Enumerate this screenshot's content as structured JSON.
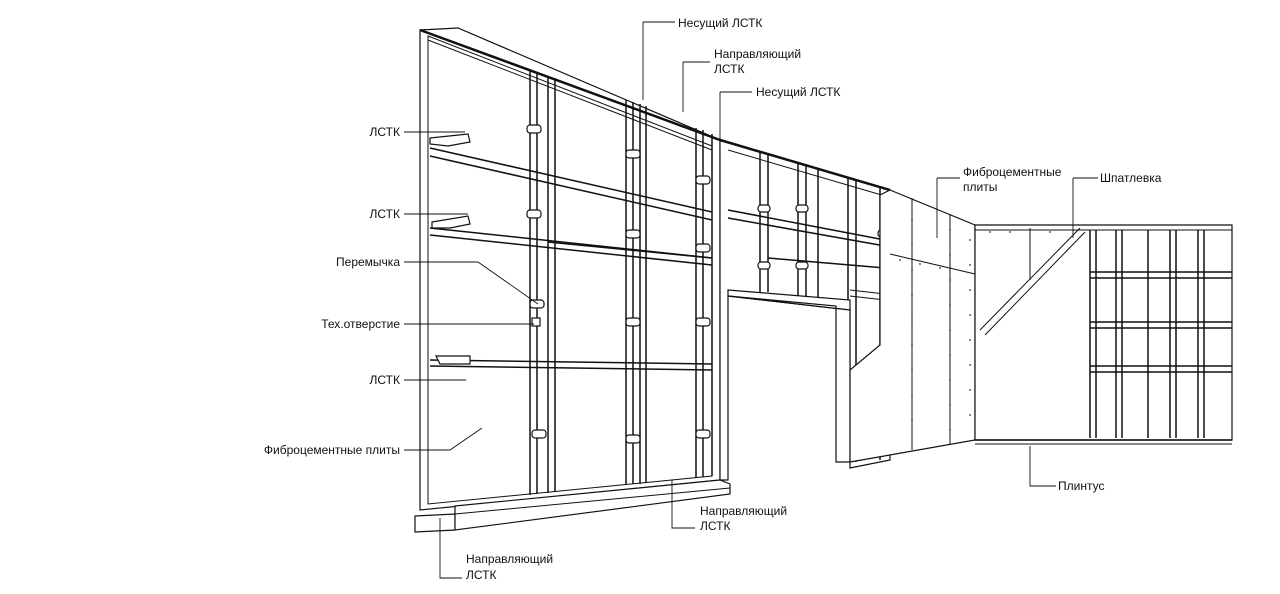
{
  "labels": {
    "nesushchiy_1": "Несущий ЛСТК",
    "napravlyayushchiy_top_1": "Направляющий",
    "napravlyayushchiy_top_2": "ЛСТК",
    "nesushchiy_2": "Несущий ЛСТК",
    "lstk_1": "ЛСТК",
    "lstk_2": "ЛСТК",
    "peremychka": "Перемычка",
    "tech_otverstie": "Тех.отверстие",
    "lstk_3": "ЛСТК",
    "fibro_left": "Фиброцементные плиты",
    "fibro_right_1": "Фиброцементные",
    "fibro_right_2": "плиты",
    "shpatlevka": "Шпатлевка",
    "napravlyayushchiy_mid_1": "Направляющий",
    "napravlyayushchiy_mid_2": "ЛСТК",
    "plintus": "Плинтус",
    "napravlyayushchiy_bottom_1": "Направляющий",
    "napravlyayushchiy_bottom_2": "ЛСТК"
  }
}
